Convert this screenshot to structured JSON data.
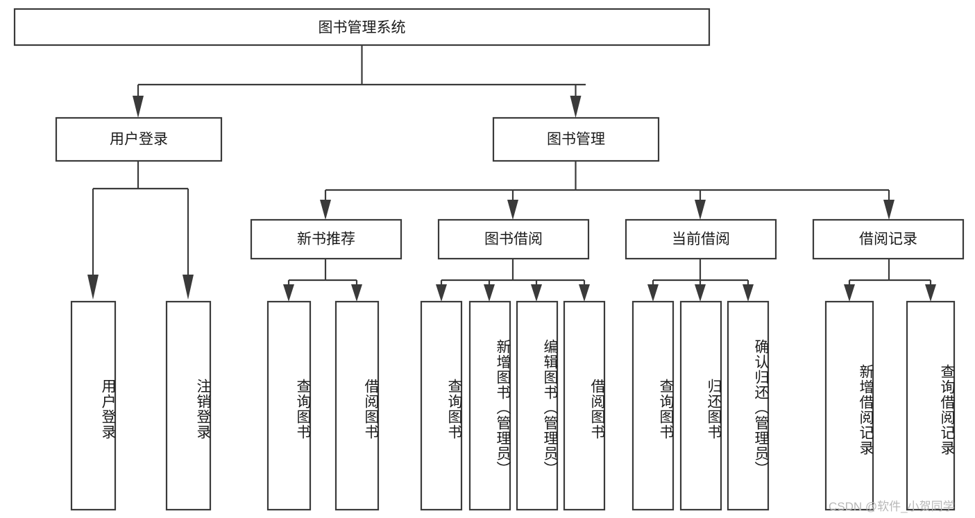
{
  "diagram": {
    "type": "tree",
    "title": "图书管理系统",
    "watermark": "CSDN @软件_小贺同学",
    "colors": {
      "box_stroke": "#3a3a3a",
      "box_fill": "#ffffff",
      "connector": "#3a3a3a",
      "text": "#1a1a1a",
      "watermark": "#b8b8b8",
      "background": "#ffffff"
    },
    "levels": [
      {
        "level": 1,
        "nodes": [
          {
            "id": "root",
            "label": "图书管理系统",
            "orientation": "horizontal"
          }
        ]
      },
      {
        "level": 2,
        "nodes": [
          {
            "id": "user-login",
            "label": "用户登录",
            "orientation": "horizontal",
            "parent": "root"
          },
          {
            "id": "book-manage",
            "label": "图书管理",
            "orientation": "horizontal",
            "parent": "root"
          }
        ]
      },
      {
        "level": 3,
        "nodes": [
          {
            "id": "new-book-rec",
            "label": "新书推荐",
            "orientation": "horizontal",
            "parent": "book-manage"
          },
          {
            "id": "book-borrow",
            "label": "图书借阅",
            "orientation": "horizontal",
            "parent": "book-manage"
          },
          {
            "id": "current-borrow",
            "label": "当前借阅",
            "orientation": "horizontal",
            "parent": "book-manage"
          },
          {
            "id": "borrow-record",
            "label": "借阅记录",
            "orientation": "horizontal",
            "parent": "book-manage"
          }
        ]
      },
      {
        "level": 4,
        "nodes": [
          {
            "id": "leaf-user-login",
            "label": "用户登录",
            "orientation": "vertical",
            "parent": "user-login"
          },
          {
            "id": "leaf-logout",
            "label": "注销登录",
            "orientation": "vertical",
            "parent": "user-login"
          },
          {
            "id": "leaf-query-book-1",
            "label": "查询图书",
            "orientation": "vertical",
            "parent": "new-book-rec"
          },
          {
            "id": "leaf-borrow-book-1",
            "label": "借阅图书",
            "orientation": "vertical",
            "parent": "new-book-rec"
          },
          {
            "id": "leaf-query-book-2",
            "label": "查询图书",
            "orientation": "vertical",
            "parent": "book-borrow"
          },
          {
            "id": "leaf-add-book",
            "label": "新增图书（管理员）",
            "orientation": "vertical",
            "parent": "book-borrow"
          },
          {
            "id": "leaf-edit-book",
            "label": "编辑图书（管理员）",
            "orientation": "vertical",
            "parent": "book-borrow"
          },
          {
            "id": "leaf-borrow-book-2",
            "label": "借阅图书",
            "orientation": "vertical",
            "parent": "book-borrow"
          },
          {
            "id": "leaf-query-book-3",
            "label": "查询图书",
            "orientation": "vertical",
            "parent": "current-borrow"
          },
          {
            "id": "leaf-return-book",
            "label": "归还图书",
            "orientation": "vertical",
            "parent": "current-borrow"
          },
          {
            "id": "leaf-confirm-return",
            "label": "确认归还（管理员）",
            "orientation": "vertical",
            "parent": "current-borrow"
          },
          {
            "id": "leaf-add-record",
            "label": "新增借阅记录",
            "orientation": "vertical",
            "parent": "borrow-record"
          },
          {
            "id": "leaf-query-record",
            "label": "查询借阅记录",
            "orientation": "vertical",
            "parent": "borrow-record"
          }
        ]
      }
    ]
  }
}
